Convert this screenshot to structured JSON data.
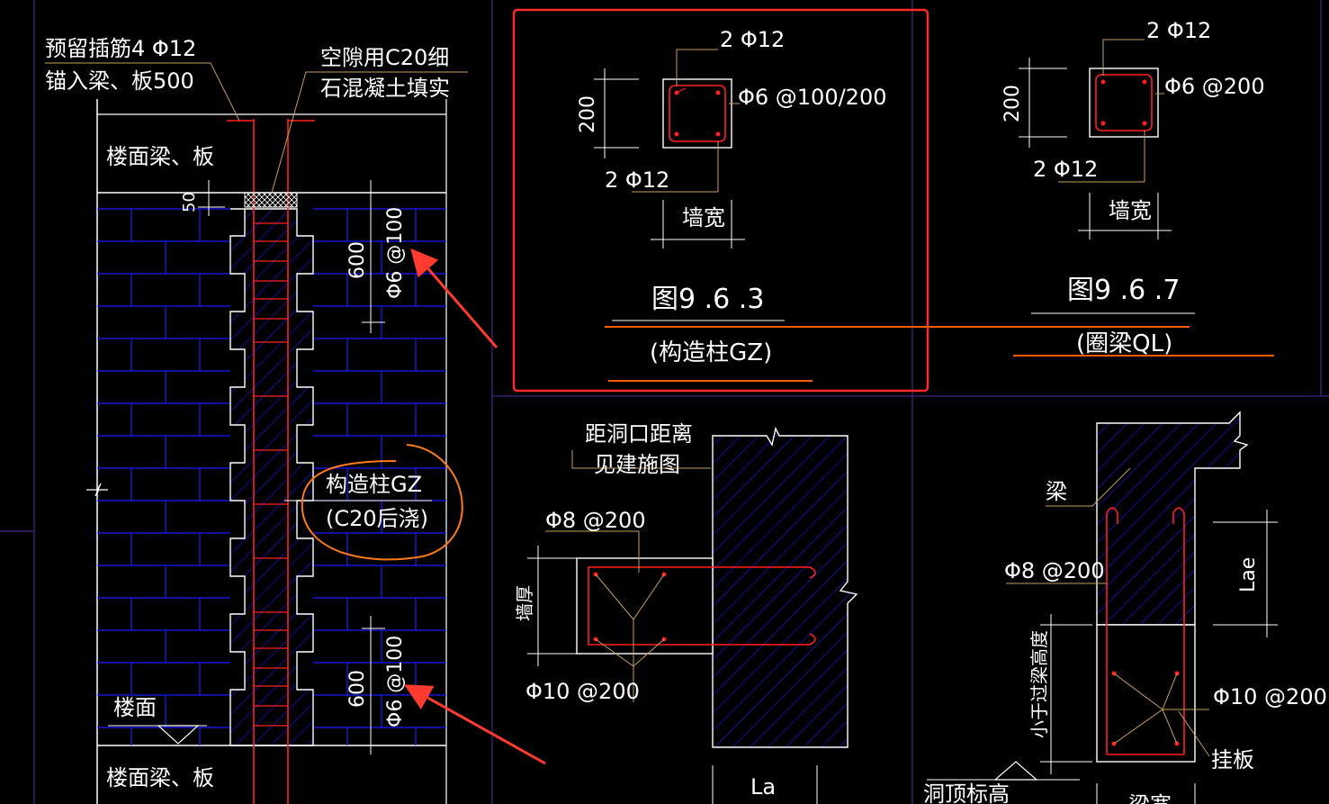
{
  "colors": {
    "background": "#000000",
    "text": "#ffffff",
    "linework": "#ffffff",
    "masonry": "#1a1aff",
    "rebar": "#ff2020",
    "panel_divider": "#3a1f6e",
    "leader": "#c8a060",
    "highlight_box": "#ff2a2a",
    "markup_arrow": "#ff3b30",
    "markup_circle": "#ff7a1a",
    "underline_orange": "#ff5a00"
  },
  "icons": {
    "break_mark": "zigzag-break-symbol",
    "level_mark": "inverted-triangle-elevation-symbol",
    "markup_arrow": "red-arrow",
    "markup_circle": "orange-freehand-circle"
  },
  "left_elevation": {
    "note_dowel": [
      "预留插筋4 Φ12",
      "锚入梁、板500"
    ],
    "note_infill": [
      "空隙用C20细",
      "石混凝土填实"
    ],
    "top_beam": "楼面梁、板",
    "gap_dim": "50",
    "upper_spacing_dim": "600",
    "upper_tie": "Φ6 @100",
    "column_note": [
      "构造柱GZ",
      "(C20后浇)"
    ],
    "lower_spacing_dim": "600",
    "lower_tie": "Φ6 @100",
    "floor_label": "楼面",
    "bottom_beam": "楼面梁、板"
  },
  "fig_963": {
    "top_bars": "2 Φ12",
    "stirrup": "Φ6 @100/200",
    "size_dim": "200",
    "bottom_bars": "2 Φ12",
    "width_label": "墙宽",
    "figure_number": "图9 .6 .3",
    "caption": "(构造柱GZ)"
  },
  "fig_967": {
    "top_bars": "2 Φ12",
    "stirrup": "Φ6 @200",
    "size_dim": "200",
    "bottom_bars": "2 Φ12",
    "width_label": "墙宽",
    "figure_number": "图9 .6 .7",
    "caption": "(圈梁QL)"
  },
  "bottom_mid": {
    "note": [
      "距洞口距离",
      "见建施图"
    ],
    "top_bar": "Φ8 @200",
    "thickness_label": "墙厚",
    "bottom_bar": "Φ10 @200",
    "anchor_len": "La"
  },
  "bottom_right": {
    "beam_label": "梁",
    "stirrup": "Φ8 @200",
    "anchor_len": "Lae",
    "beam_height_note": "小于过梁高度",
    "bottom_bar": "Φ10 @200",
    "hanging_panel": "挂板",
    "opening_top": "洞顶标高",
    "bottom_cut_label": "梁宽"
  }
}
